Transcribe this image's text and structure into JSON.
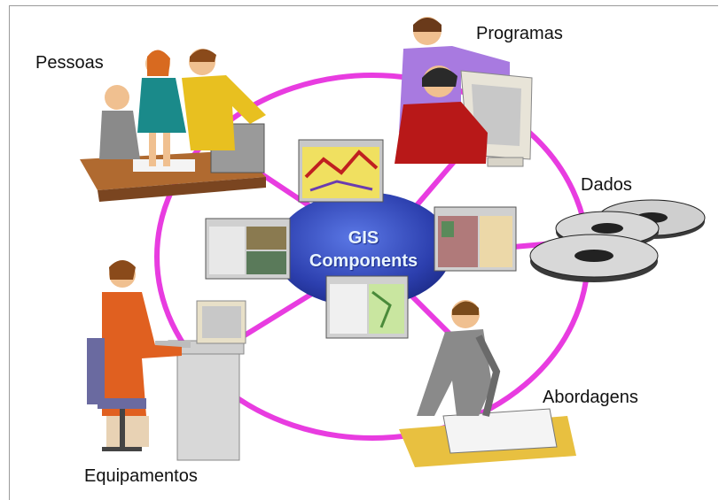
{
  "center": {
    "line1": "GIS",
    "line2": "Components"
  },
  "labels": {
    "people": "Pessoas",
    "programs": "Programas",
    "data": "Dados",
    "approaches": "Abordagens",
    "equipment": "Equipamentos"
  },
  "colors": {
    "ring": "#e83ce0",
    "hub": "#3048b8",
    "hub_text": "#e8f4ff"
  },
  "icons": [
    "meeting-people-icon",
    "programmers-computer-icon",
    "data-tapes-icon",
    "drafting-person-icon",
    "computer-operator-icon",
    "map-screen-icon"
  ]
}
